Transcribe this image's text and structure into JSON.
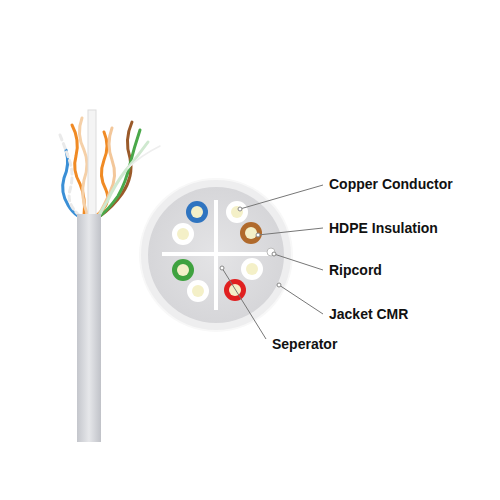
{
  "diagram": {
    "labels": [
      "Copper Conductor",
      "HDPE Insulation",
      "Ripcord",
      "Jacket CMR",
      "Seperator"
    ]
  }
}
